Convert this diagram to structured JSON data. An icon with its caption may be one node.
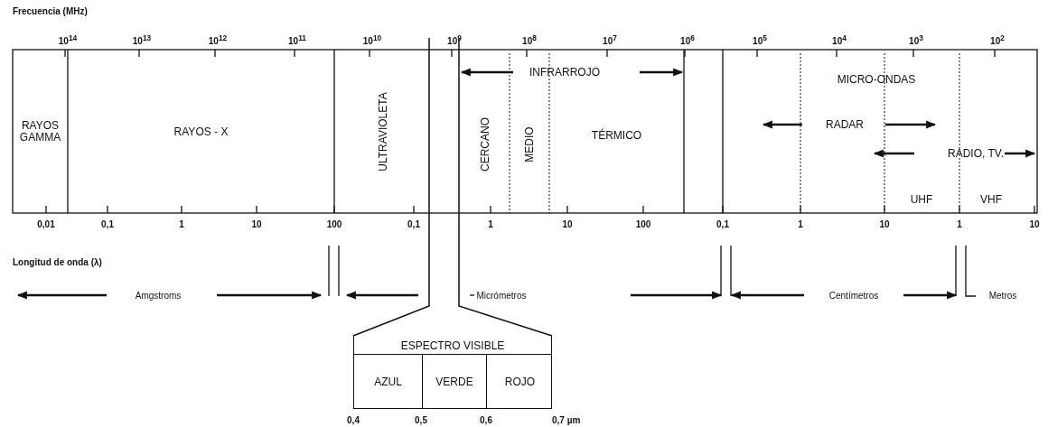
{
  "diagram": {
    "nodes": [
      {
        "text": [
          "RAYOS GAMMA"
        ]
      },
      {
        "text": [
          "RAYOS - X"
        ]
      },
      {
        "text": [
          "ULTRAVIOLETA"
        ]
      },
      {
        "text": [
          "CERCANO"
        ]
      },
      {
        "text": [
          "MEDIO"
        ]
      },
      {
        "text": [
          "TÉRMICO"
        ]
      },
      {
        "text": [
          "ESPECTRO VISIBLE"
        ]
      },
      {
        "text": [
          "AZUL"
        ],
        "in": 6
      },
      {
        "text": [
          "VERDE"
        ],
        "in": 6
      },
      {
        "text": [
          "ROJO"
        ],
        "in": 6
      }
    ],
    "edges": [],
    "labels": [
      "Frecuencia (MHz)",
      "10$^{14}$",
      "10$^{13}$",
      "10$^{12}$",
      "10$^{11}$",
      "10$^{10}$",
      "10$^{9}$",
      "10$^{8}$",
      "10$^{7}$",
      "10$^{6}$",
      "10$^{5}$",
      "10$^{4}$",
      "10$^{3}$",
      "10$^{2}$",
      "INFRARROJO",
      "MICRO-ONDAS",
      "RADAR",
      "RADIO, TV.",
      "UHF",
      "VHF",
      "0,01",
      "0,1",
      "1",
      "10",
      "100",
      "0,1",
      "1",
      "10",
      "100",
      "0,1",
      "1",
      "10",
      "1",
      "10",
      "Longitud de onda (λ)",
      "Amgstroms",
      "Micrómetros",
      "Centímetros",
      "Metros",
      "0,4",
      "0,5",
      "0,6",
      "0,7 µm"
    ]
  }
}
